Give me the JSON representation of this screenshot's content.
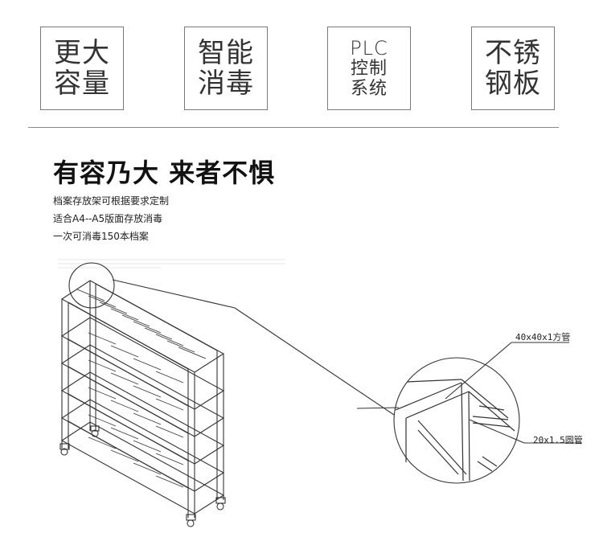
{
  "features": [
    {
      "lines": [
        "更大",
        "容量"
      ]
    },
    {
      "lines": [
        "智能",
        "消毒"
      ]
    },
    {
      "lines": [
        "PLC",
        "控制",
        "系统"
      ]
    },
    {
      "lines": [
        "不锈",
        "钢板"
      ]
    }
  ],
  "headline": "有容乃大 来者不惧",
  "description": [
    "档案存放架可根据要求定制",
    "适合A4--A5版面存放消毒",
    "一次可消毒150本档案"
  ],
  "callouts": {
    "square_tube": "40x40x1方管",
    "round_tube": "20x1.5圆管"
  },
  "colors": {
    "text": "#111111",
    "box_border": "#7a7a7a",
    "line": "#333333"
  }
}
